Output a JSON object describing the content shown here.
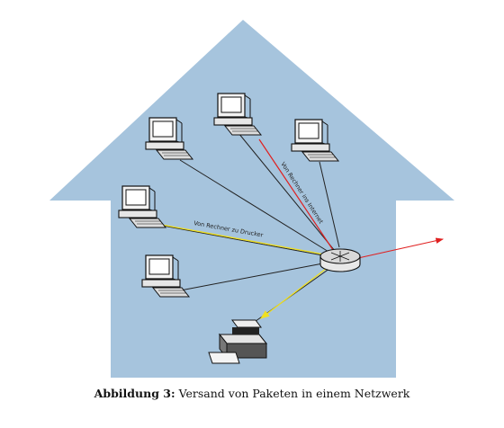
{
  "labels": {
    "pc_to_printer": "Von Rechner zu Drucker",
    "pc_to_internet": "Von Rechner ins Internet"
  },
  "caption": {
    "prefix": "Abbildung 3:",
    "text": "Versand von Paketen in einem Netzwerk"
  },
  "colors": {
    "house": "#a6c4dd",
    "link": "#222222",
    "internet_packet": "#e02020",
    "printer_packet": "#f0e020"
  },
  "icons": [
    "desktop-computer-icon",
    "router-icon",
    "printer-icon",
    "arrow-icon"
  ]
}
